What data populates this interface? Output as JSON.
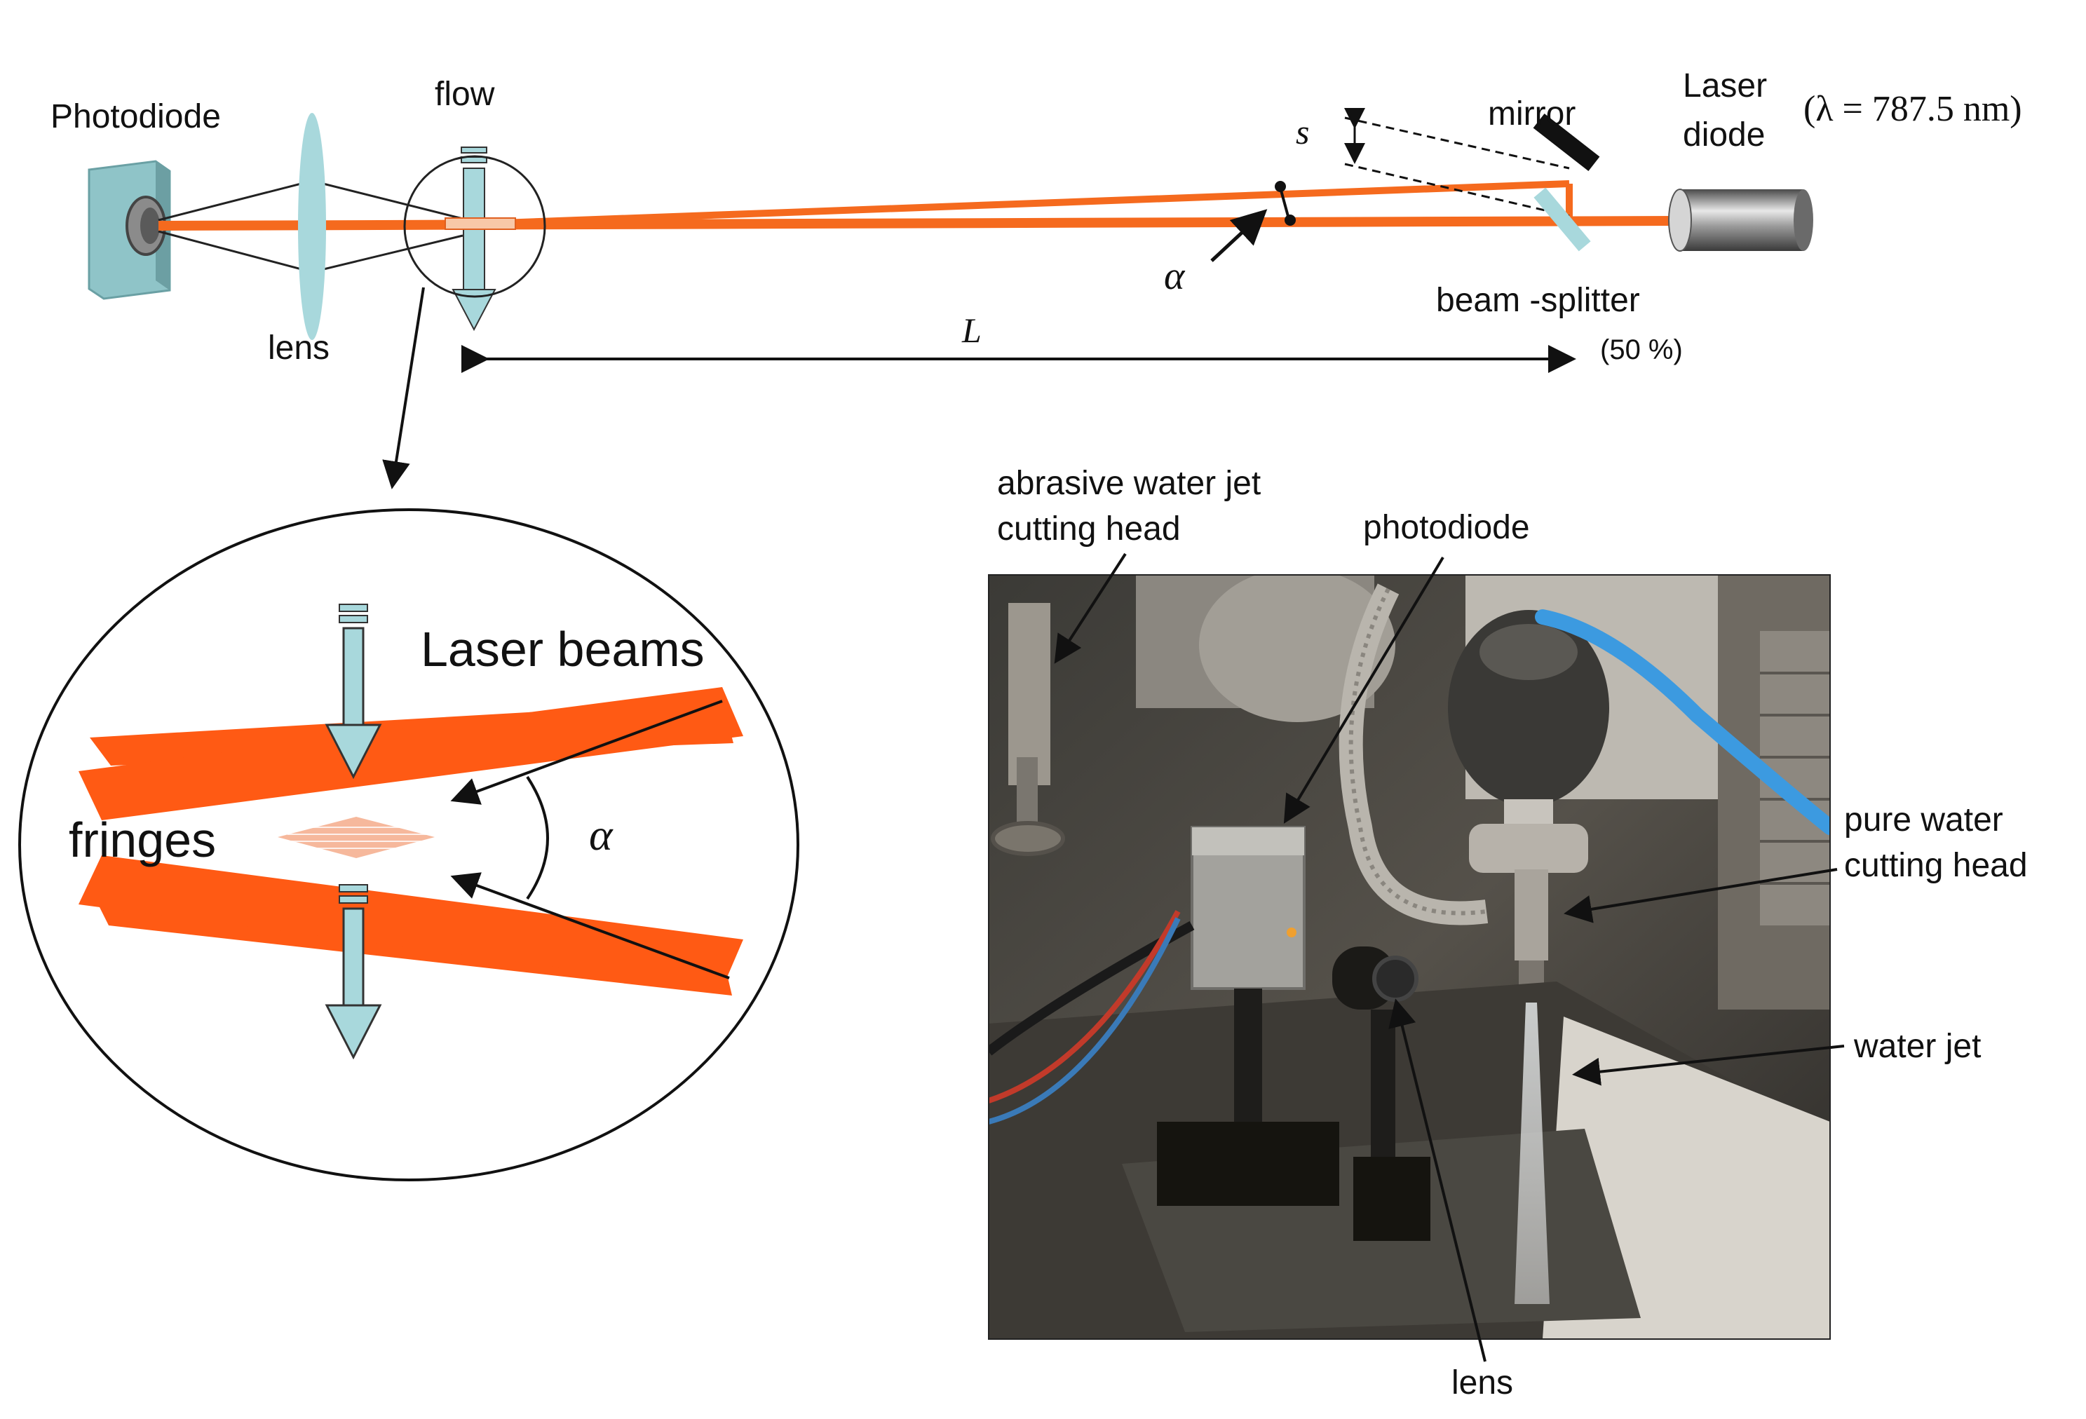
{
  "colors": {
    "laser": "#f56a1e",
    "laser_beam_wide": "#ff5a14",
    "optics": "#a8d8dc",
    "photodiode_body": "#7fb5b9",
    "ink": "#111111"
  },
  "setup": {
    "photodiode_label": "Photodiode",
    "lens_label": "lens",
    "flow_label": "flow",
    "mirror_label": "mirror",
    "laser_label_line1": "Laser",
    "laser_label_line2": "diode",
    "wavelength_label": "(λ = 787.5 nm)",
    "spacing_symbol": "s",
    "angle_symbol": "α",
    "beam_splitter_label": "beam -splitter",
    "beam_splitter_ratio": "(50 %)",
    "distance_symbol": "L"
  },
  "detail": {
    "laser_beams_label": "Laser beams",
    "fringes_label": "fringes",
    "angle_symbol": "α"
  },
  "photo": {
    "abrasive_head_label_line1": "abrasive water jet",
    "abrasive_head_label_line2": "cutting head",
    "photodiode_label": "photodiode",
    "pure_head_label_line1": "pure water",
    "pure_head_label_line2": "cutting head",
    "water_jet_label": "water jet",
    "lens_label": "lens"
  }
}
